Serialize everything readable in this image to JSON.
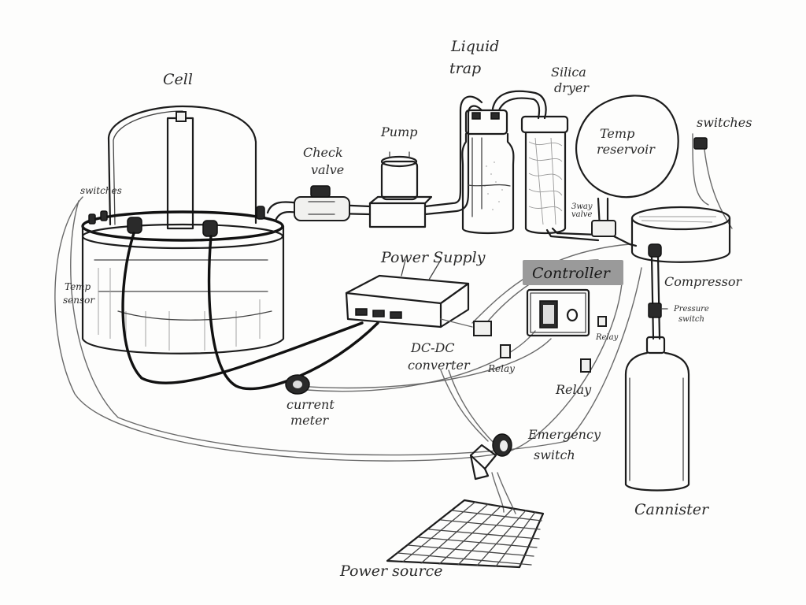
{
  "diagram": {
    "labels": {
      "cell": "Cell",
      "liquid_trap_line1": "Liquid",
      "liquid_trap_line2": "trap",
      "silica_dryer_line1": "Silica",
      "silica_dryer_line2": "dryer",
      "pump": "Pump",
      "check_valve_line1": "Check",
      "check_valve_line2": "valve",
      "temp_reservoir_line1": "Temp",
      "temp_reservoir_line2": "reservoir",
      "switches_right": "switches",
      "switches_left": "switches",
      "temp_sensor_line1": "Temp",
      "temp_sensor_line2": "sensor",
      "power_supply": "Power Supply",
      "controller": "Controller",
      "compressor": "Compressor",
      "pressure_switch_line1": "Pressure",
      "pressure_switch_line2": "switch",
      "relay_small": "Relay",
      "relay_mid": "Relay",
      "relay_large": "Relay",
      "dc_dc_line1": "DC-DC",
      "dc_dc_line2": "converter",
      "current_meter_line1": "current",
      "current_meter_line2": "meter",
      "emergency_switch_line1": "Emergency",
      "emergency_switch_line2": "switch",
      "cannister": "Cannister",
      "power_source": "Power source",
      "valve_small": "3way valve"
    }
  }
}
